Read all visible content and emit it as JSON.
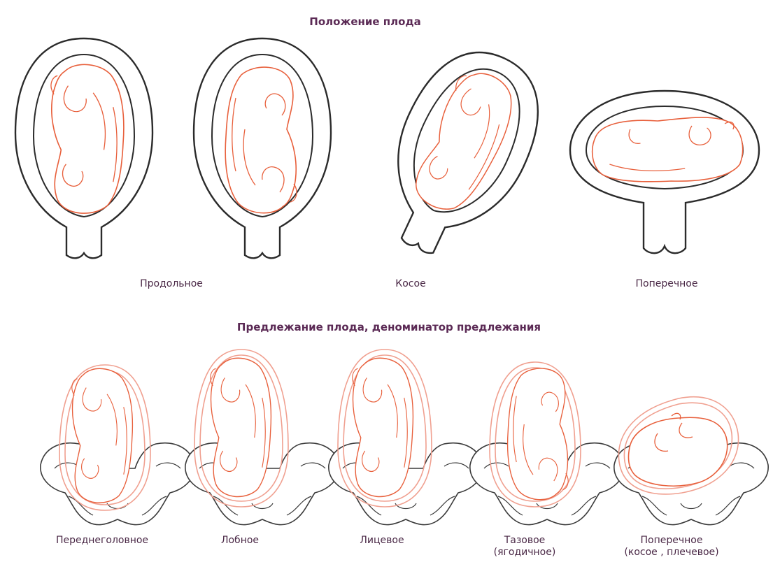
{
  "headings": {
    "position": "Положение плода",
    "presentation": "Предлежание плода, деноминатор предлежания"
  },
  "position_labels": [
    "Продольное",
    "Косое",
    "Поперечное"
  ],
  "presentation_labels": [
    {
      "line1": "Переднеголовное",
      "line2": ""
    },
    {
      "line1": "Лобное",
      "line2": ""
    },
    {
      "line1": "Лицевое",
      "line2": ""
    },
    {
      "line1": "Тазовое",
      "line2": "(ягодичное)"
    },
    {
      "line1": "Поперечное",
      "line2": "(косое , плечевое)"
    }
  ],
  "colors": {
    "heading": "#5b2a55",
    "uterus_outline": "#2b2b2b",
    "fetus_outline": "#e8603c",
    "amniotic_sac": "#f0a090",
    "pelvis_outline": "#3a3a3a"
  }
}
